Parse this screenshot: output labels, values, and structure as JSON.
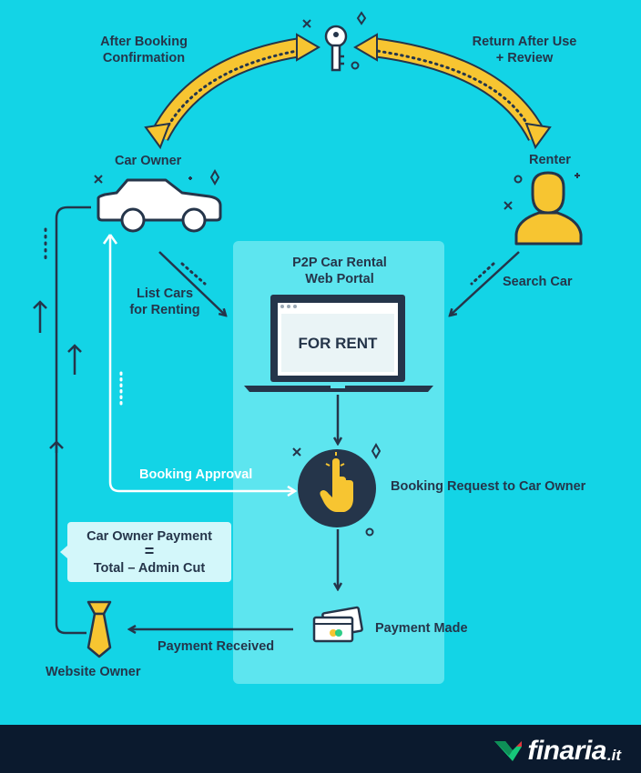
{
  "diagram": {
    "center_title": "P2P Car Rental\nWeb Portal",
    "screen_text": "FOR RENT",
    "labels": {
      "after_booking": "After Booking\nConfirmation",
      "return_after_use": "Return After Use\n+ Review",
      "car_owner": "Car Owner",
      "renter": "Renter",
      "list_cars": "List Cars\nfor Renting",
      "search_car": "Search Car",
      "booking_approval": "Booking Approval",
      "booking_request": "Booking Request to Car Owner",
      "payment_made": "Payment Made",
      "payment_received": "Payment Received",
      "website_owner": "Website Owner"
    },
    "payment_box": {
      "line1": "Car Owner Payment",
      "line2": "=",
      "line3": "Total – Admin Cut"
    }
  },
  "footer": {
    "brand": "finaria",
    "tld": ".it"
  },
  "colors": {
    "background": "#13d4e6",
    "panel": "#5de5ef",
    "dark": "#25354a",
    "yellow": "#f7c531",
    "white": "#ffffff",
    "footer": "#0b1a2e",
    "brand_green": "#16c87a"
  },
  "icons": [
    "key-icon",
    "car-icon",
    "person-icon",
    "laptop-icon",
    "hand-tap-icon",
    "card-icon",
    "tie-icon",
    "sparkle-icon",
    "logo-mark-icon"
  ]
}
